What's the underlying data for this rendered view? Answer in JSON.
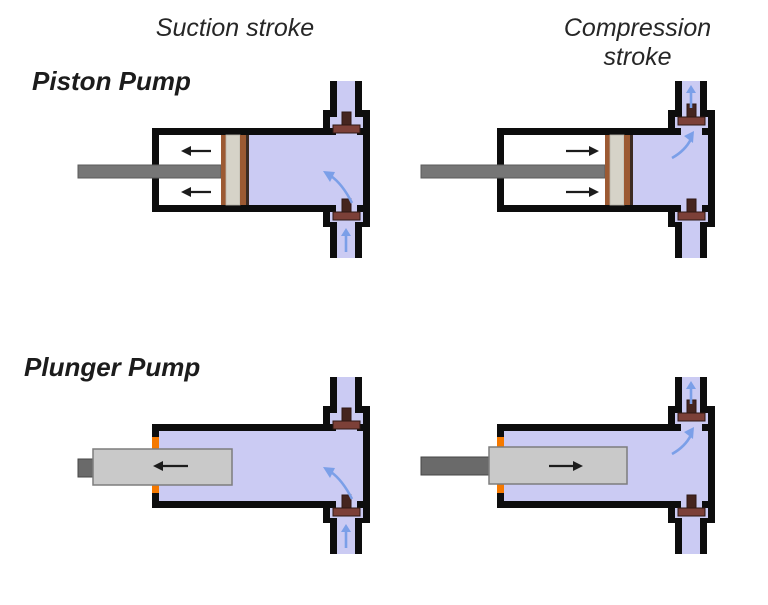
{
  "page": {
    "background": "#ffffff"
  },
  "columns": [
    {
      "label": "Suction stroke"
    },
    {
      "label": "Compression stroke"
    }
  ],
  "rows": [
    {
      "label": "Piston Pump"
    },
    {
      "label": "Plunger Pump"
    }
  ],
  "colors": {
    "outline": "#0d0d0d",
    "fluid": "#cbcbf3",
    "cylinder_air": "#ffffff",
    "rod_gray": "#767676",
    "plunger_body": "#c9c9c9",
    "plunger_border": "#7d7d7d",
    "rod_stub": "#6a6a6a",
    "piston_ring": "#9c5a33",
    "piston_center": "#d6d3c8",
    "piston_edge": "#3c2b22",
    "valve_bar": "#7c4038",
    "valve_stem": "#45251f",
    "valve_border": "#2e1713",
    "seal_orange": "#f57900",
    "arrow_black": "#1c1c1c",
    "arrow_blue": "#7b9fe8",
    "text": "#262626"
  },
  "diagrams": [
    {
      "name": "piston-pump-suction-stroke",
      "pump": "piston",
      "stroke": "suction",
      "col": 0,
      "row": 0,
      "piston_motion": "left",
      "inlet_valve": "open",
      "outlet_valve": "closed",
      "fluid_flow": "in-through-bottom-valve"
    },
    {
      "name": "piston-pump-compression-stroke",
      "pump": "piston",
      "stroke": "compression",
      "col": 1,
      "row": 0,
      "piston_motion": "right",
      "inlet_valve": "closed",
      "outlet_valve": "open",
      "fluid_flow": "out-through-top-valve"
    },
    {
      "name": "plunger-pump-suction-stroke",
      "pump": "plunger",
      "stroke": "suction",
      "col": 0,
      "row": 1,
      "piston_motion": "left",
      "inlet_valve": "open",
      "outlet_valve": "closed",
      "fluid_flow": "in-through-bottom-valve"
    },
    {
      "name": "plunger-pump-compression-stroke",
      "pump": "plunger",
      "stroke": "compression",
      "col": 1,
      "row": 1,
      "piston_motion": "right",
      "inlet_valve": "closed",
      "outlet_valve": "open",
      "fluid_flow": "out-through-top-valve"
    }
  ]
}
